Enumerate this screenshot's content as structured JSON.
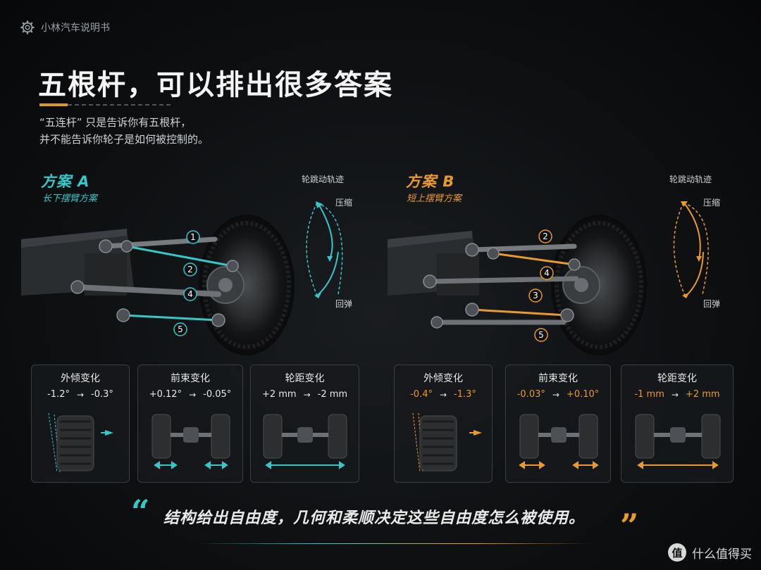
{
  "header": {
    "brand": "小林汽车说明书",
    "title": "五根杆，可以排出很多答案",
    "subtitle_line1": "“五连杆” 只是告诉你有五根杆，",
    "subtitle_line2": "并不能告诉你轮子是如何被控制的。"
  },
  "schemes": [
    {
      "name": "方案 A",
      "desc": "长下摆臂方案",
      "trajectory_title": "轮跳动轨迹",
      "compress_label": "压缩",
      "rebound_label": "回弹",
      "color": "#36c8c8",
      "links": [
        "1",
        "2",
        "4",
        "5"
      ],
      "cards": [
        {
          "title": "外倾变化",
          "from": "-1.2°",
          "to": "-0.3°"
        },
        {
          "title": "前束变化",
          "from": "+0.12°",
          "to": "-0.05°"
        },
        {
          "title": "轮距变化",
          "from": "+2 mm",
          "to": "-2 mm"
        }
      ]
    },
    {
      "name": "方案 B",
      "desc": "短上摆臂方案",
      "trajectory_title": "轮跳动轨迹",
      "compress_label": "压缩",
      "rebound_label": "回弹",
      "color": "#e99a2f",
      "links": [
        "2",
        "4",
        "3",
        "5"
      ],
      "cards": [
        {
          "title": "外倾变化",
          "from": "-0.4°",
          "to": "-1.3°"
        },
        {
          "title": "前束变化",
          "from": "-0.03°",
          "to": "+0.10°"
        },
        {
          "title": "轮距变化",
          "from": "-1 mm",
          "to": "+2 mm"
        }
      ]
    }
  ],
  "arrow_glyph": "→",
  "quote": {
    "open": "“",
    "text": "结构给出自由度，几何和柔顺决定这些自由度怎么被使用。",
    "close": "”"
  },
  "watermark": {
    "icon": "值",
    "text": "什么值得买"
  },
  "icons": {
    "brand": "gear-icon",
    "trajectory": "trajectory-curve-icon",
    "watermark": "zhi-logo-icon"
  }
}
